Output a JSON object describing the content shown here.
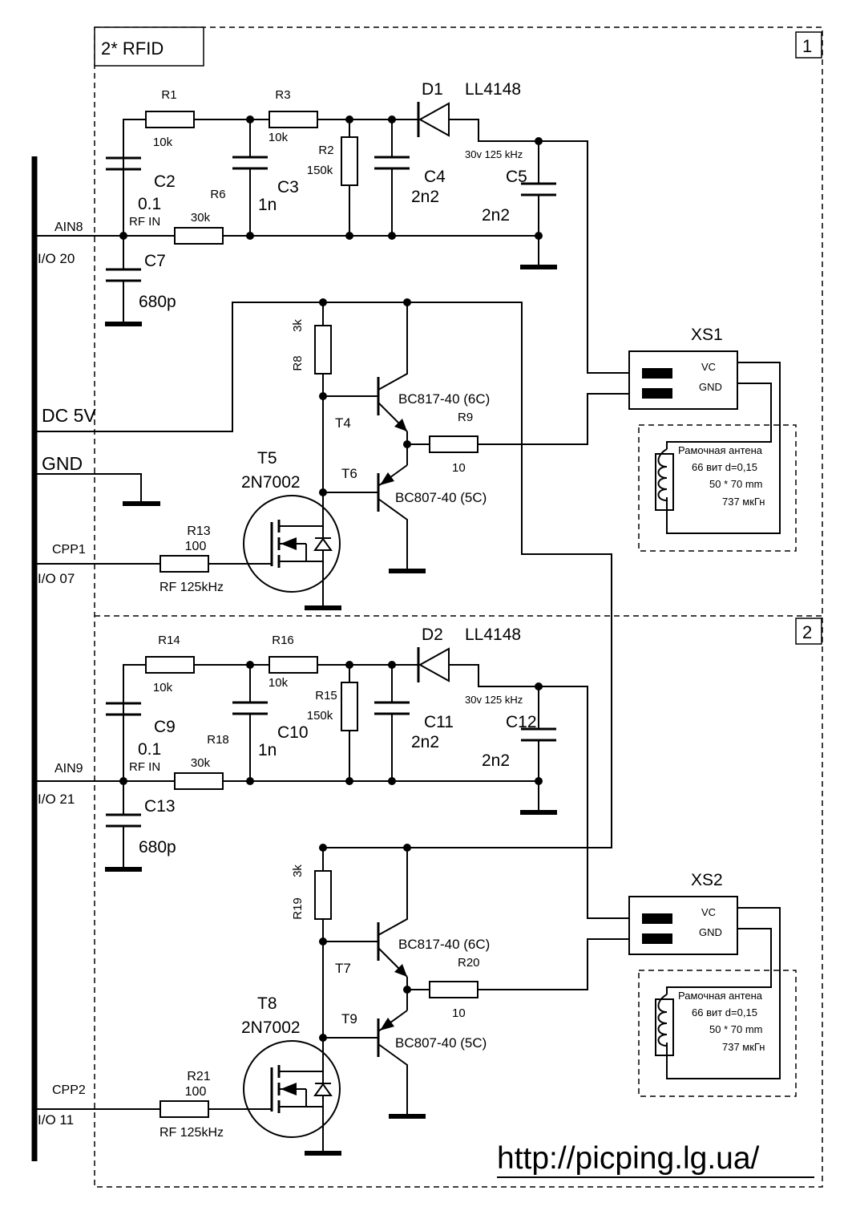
{
  "title": "2* RFID",
  "url": "http://picping.lg.ua/",
  "bus": {
    "ain8": "AIN8",
    "io20": "I/O 20",
    "dc5v": "DC 5V",
    "gnd": "GND",
    "cpp1": "CPP1",
    "io07": "I/O 07",
    "ain9": "AIN9",
    "io21": "I/O 21",
    "cpp2": "CPP2",
    "io11": "I/O 11"
  },
  "channel1": {
    "number": "1",
    "r1": "R1",
    "r1_val": "10k",
    "r3": "R3",
    "r3_val": "10k",
    "r2": "R2",
    "r2_val": "150k",
    "r6": "R6",
    "r6_val": "30k",
    "rf_in": "RF IN",
    "c2": "C2",
    "c2_val": "0.1",
    "c3": "C3",
    "c3_val": "1n",
    "c4": "C4",
    "c4_val": "2n2",
    "c5": "C5",
    "c5_val": "2n2",
    "c7": "C7",
    "c7_val": "680p",
    "d1": "D1",
    "d1_val": "LL4148",
    "freq": "30v 125 kHz",
    "r8": "R8",
    "r8_val": "3k",
    "t4": "T4",
    "t4_val": "BC817-40 (6C)",
    "t6": "T6",
    "t6_val": "BC807-40 (5C)",
    "t5": "T5",
    "t5_val": "2N7002",
    "r9": "R9",
    "r9_val": "10",
    "r13": "R13",
    "r13_val": "100",
    "r13_note": "RF 125kHz",
    "xs": "XS1",
    "vc": "VC",
    "gnd": "GND",
    "antenna": [
      "Рамочная антена",
      "66 вит d=0,15",
      "50 * 70 mm",
      "737 мкГн"
    ]
  },
  "channel2": {
    "number": "2",
    "r1": "R14",
    "r1_val": "10k",
    "r3": "R16",
    "r3_val": "10k",
    "r2": "R15",
    "r2_val": "150k",
    "r6": "R18",
    "r6_val": "30k",
    "rf_in": "RF IN",
    "c2": "C9",
    "c2_val": "0.1",
    "c3": "C10",
    "c3_val": "1n",
    "c4": "C11",
    "c4_val": "2n2",
    "c5": "C12",
    "c5_val": "2n2",
    "c7": "C13",
    "c7_val": "680p",
    "d1": "D2",
    "d1_val": "LL4148",
    "freq": "30v 125 kHz",
    "r8": "R19",
    "r8_val": "3k",
    "t4": "T7",
    "t4_val": "BC817-40 (6C)",
    "t6": "T9",
    "t6_val": "BC807-40 (5C)",
    "t5": "T8",
    "t5_val": "2N7002",
    "r9": "R20",
    "r9_val": "10",
    "r13": "R21",
    "r13_val": "100",
    "r13_note": "RF 125kHz",
    "xs": "XS2",
    "vc": "VC",
    "gnd": "GND",
    "antenna": [
      "Рамочная антена",
      "66 вит d=0,15",
      "50 * 70 mm",
      "737 мкГн"
    ]
  }
}
